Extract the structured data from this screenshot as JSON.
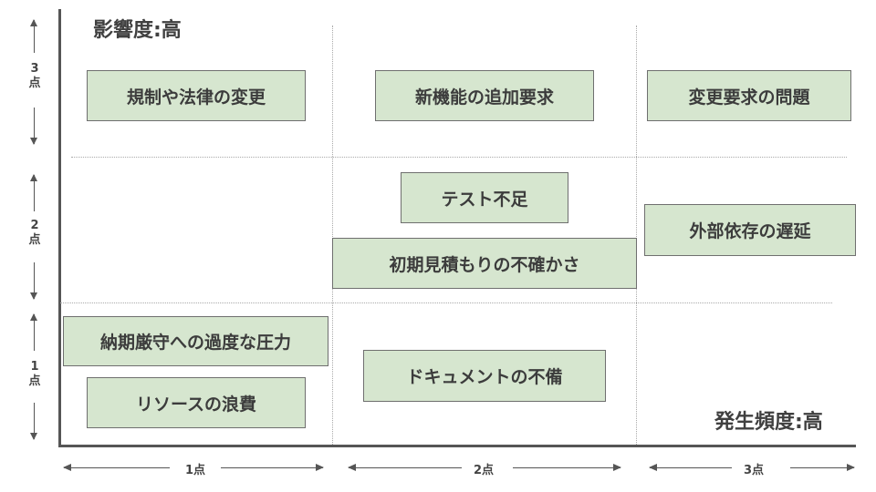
{
  "labels": {
    "impact_high": "影響度:高",
    "frequency_high": "発生頻度:高"
  },
  "y_scale": [
    "3\n点",
    "2\n点",
    "1\n点"
  ],
  "x_scale": [
    "1点",
    "2点",
    "3点"
  ],
  "risks": {
    "regulation_change": "規制や法律の変更",
    "new_feature_request": "新機能の追加要求",
    "change_request_issue": "変更要求の問題",
    "test_shortage": "テスト不足",
    "external_dependency_delay": "外部依存の遅延",
    "initial_estimate_uncertainty": "初期見積もりの不確かさ",
    "deadline_pressure": "納期厳守への過度な圧力",
    "resource_waste": "リソースの浪費",
    "documentation_gap": "ドキュメントの不備"
  },
  "colors": {
    "box_fill": "#d6e6cf",
    "box_border": "#6f6f6f",
    "axis": "#555555",
    "grid": "#aaaaaa"
  }
}
